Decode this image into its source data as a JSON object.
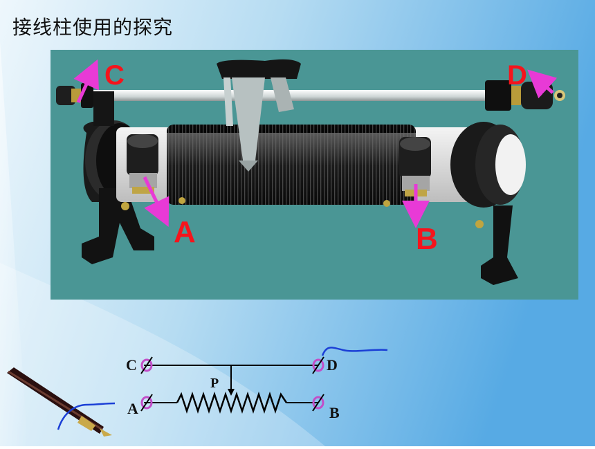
{
  "slide": {
    "title": "接线柱使用的探究"
  },
  "photo": {
    "terminal_labels": [
      "C",
      "D",
      "A",
      "B"
    ],
    "label_color": "#f5141c",
    "arrow_color": "#e83ad6",
    "background_color": "#4a9695"
  },
  "circuit": {
    "labels": [
      "C",
      "D",
      "P",
      "A",
      "B"
    ],
    "terminal_color": "#c24ec8"
  },
  "colors": {
    "slide_left": "#e6f3fb",
    "slide_right": "#5aaee6",
    "annotation_blue": "#1b3fd6"
  }
}
